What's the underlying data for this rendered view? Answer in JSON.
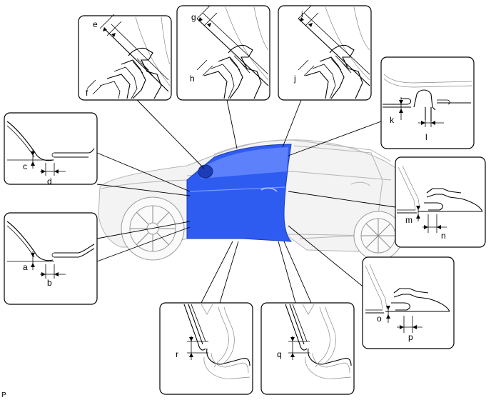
{
  "diagram": {
    "footer_code": "P",
    "colors": {
      "door": "#2f5cf0",
      "door_highlight": "#6f92ff",
      "car_body": "#f2f2f2",
      "car_outline": "#b4b4b4",
      "frame": "#000000"
    },
    "callouts": {
      "a": "a",
      "b": "b",
      "c": "c",
      "d": "d",
      "e": "e",
      "f": "f",
      "g": "g",
      "h": "h",
      "i": "i",
      "j": "j",
      "k": "k",
      "l": "l",
      "m": "m",
      "n": "n",
      "o": "o",
      "p": "p",
      "q": "q",
      "r": "r"
    }
  }
}
